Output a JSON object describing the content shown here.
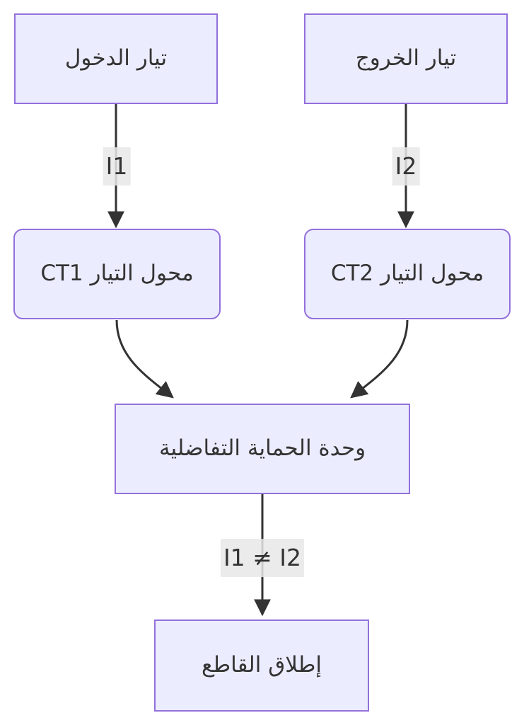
{
  "nodes": {
    "input": {
      "label": "تيار الدخول"
    },
    "output": {
      "label": "تيار الخروج"
    },
    "ct1": {
      "label": "محول التيار CT1"
    },
    "ct2": {
      "label": "محول التيار CT2"
    },
    "protection": {
      "label": "وحدة الحماية التفاضلية"
    },
    "trip": {
      "label": "إطلاق القاطع"
    }
  },
  "edges": {
    "i1": {
      "label": "I1"
    },
    "i2": {
      "label": "I2"
    },
    "trip_condition": {
      "label": "I1 ≠ I2"
    }
  },
  "colors": {
    "node_fill": "#ECECFF",
    "node_border": "#9370DB",
    "edge_color": "#333333",
    "label_bg": "#E8E8E8",
    "text_color": "#333333",
    "background": "#FFFFFF"
  }
}
